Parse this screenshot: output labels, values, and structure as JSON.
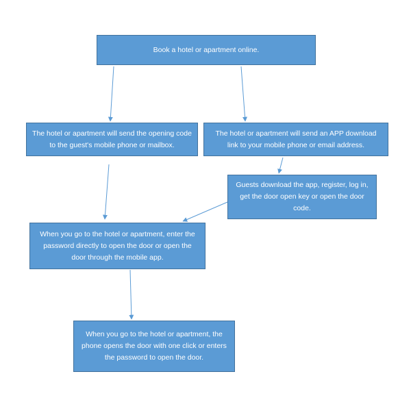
{
  "steps": {
    "book": "Book a hotel or apartment online.",
    "send_code": "The hotel or apartment will send the opening code to the guest's mobile phone or mailbox.",
    "send_app": "The hotel or apartment will send an APP download link to your mobile phone or email address.",
    "download_app": "Guests download the app, register, log in, get the door open key or open the door code.",
    "enter_password": "When you go to the hotel or apartment, enter the password directly to open the door or open the door through the mobile app.",
    "phone_open": "When you go to the hotel or apartment, the phone opens the door with one click or enters the password to open the door."
  },
  "colors": {
    "box_fill": "#5b9bd5",
    "box_border": "#41719c",
    "text": "#ffffff",
    "arrow": "#5b9bd5"
  }
}
